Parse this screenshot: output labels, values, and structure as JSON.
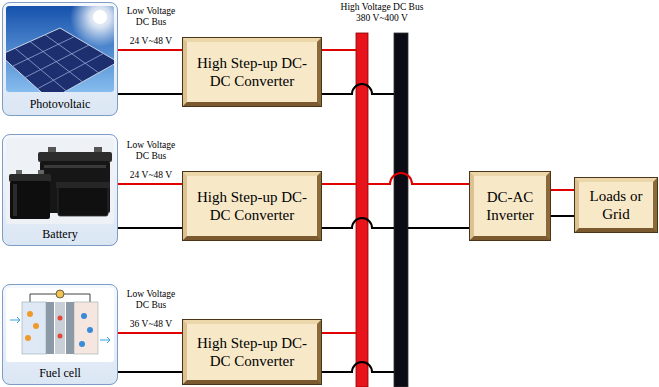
{
  "diagram": {
    "nodes": [
      {
        "text": [
          "Photovoltaic"
        ]
      },
      {
        "text": [
          "Battery"
        ]
      },
      {
        "text": [
          "Fuel cell"
        ]
      },
      {
        "text": [
          "High Step-up DC-DC Converter"
        ]
      },
      {
        "text": [
          "High Step-up DC-DC Converter"
        ]
      },
      {
        "text": [
          "High Step-up DC-DC Converter"
        ]
      },
      {
        "text": [
          "DC-AC Inverter"
        ]
      },
      {
        "text": [
          "Loads or Grid"
        ]
      }
    ],
    "edges": [
      {
        "from": 0,
        "to": 3,
        "arrow": "none"
      },
      {
        "from": 1,
        "to": 4,
        "arrow": "none"
      },
      {
        "from": 2,
        "to": 5,
        "arrow": "none"
      },
      {
        "from": 6,
        "to": 7,
        "arrow": "none"
      }
    ],
    "labels": [
      "High Voltage DC Bus 380 V~400 V",
      "Low Voltage DC Bus",
      "24 V~48 V",
      "Low Voltage DC Bus",
      "24 V~48 V",
      "Low Voltage DC Bus",
      "36 V~48 V"
    ]
  }
}
